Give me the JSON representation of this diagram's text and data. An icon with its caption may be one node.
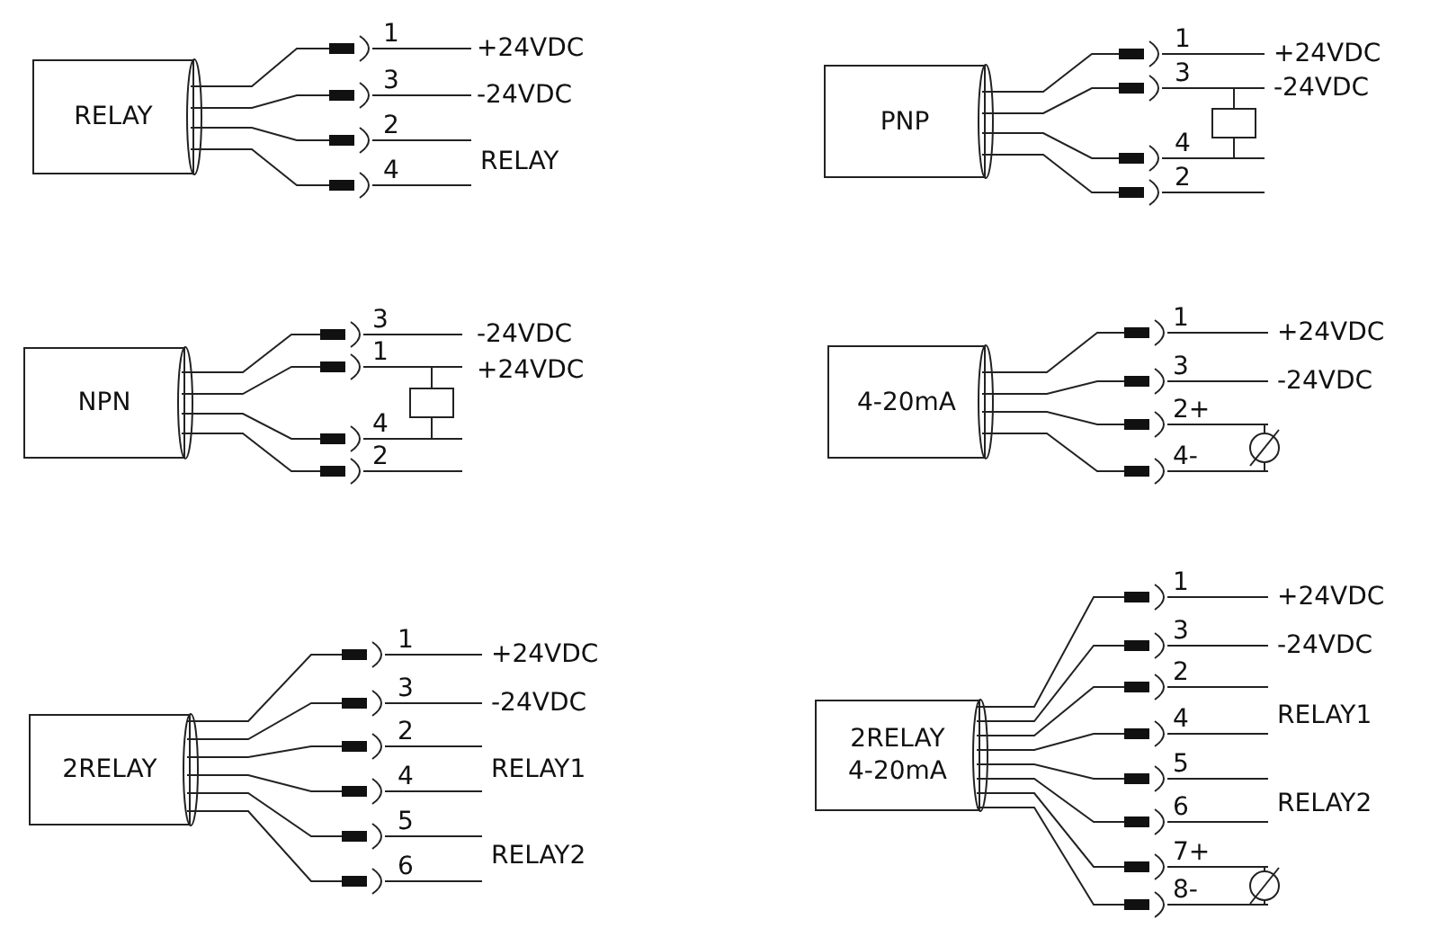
{
  "diagram": {
    "nodes": [
      {
        "text": [
          "RELAY"
        ]
      },
      {
        "text": [
          "PNP"
        ]
      },
      {
        "text": [
          "NPN"
        ]
      },
      {
        "text": [
          "4-20mA"
        ]
      },
      {
        "text": [
          "2RELAY"
        ]
      },
      {
        "text": [
          "2RELAY 4-20mA"
        ]
      }
    ],
    "labels": [
      "1",
      "+24VDC",
      "3",
      "-24VDC",
      "2",
      "RELAY",
      "4",
      "1",
      "+24VDC",
      "3",
      "-24VDC",
      "4",
      "2",
      "3",
      "-24VDC",
      "1",
      "+24VDC",
      "4",
      "2",
      "1",
      "+24VDC",
      "3",
      "-24VDC",
      "2+",
      "4-",
      "1",
      "+24VDC",
      "3",
      "-24VDC",
      "2",
      "RELAY1",
      "4",
      "5",
      "RELAY2",
      "6",
      "1",
      "+24VDC",
      "3",
      "-24VDC",
      "2",
      "RELAY1",
      "4",
      "5",
      "RELAY2",
      "6",
      "7+",
      "8-"
    ]
  }
}
